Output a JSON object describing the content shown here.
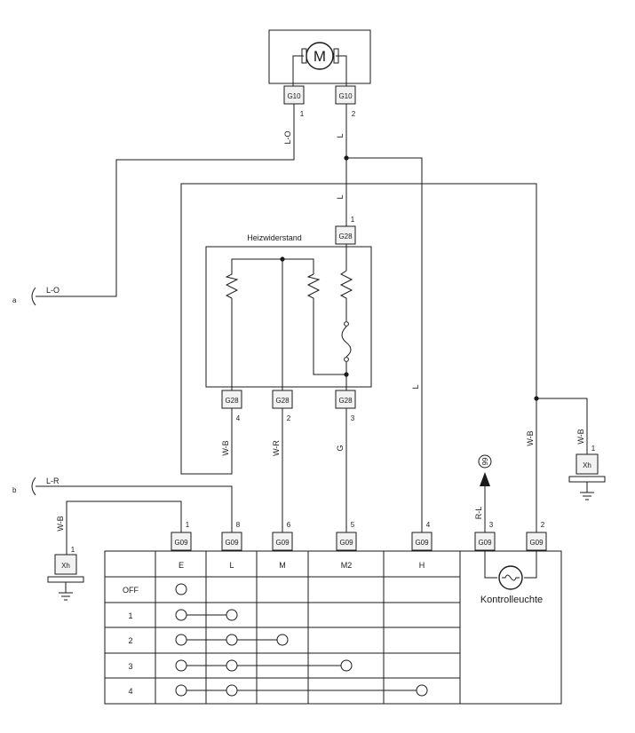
{
  "motor": {
    "symbol": "M"
  },
  "connectors": {
    "motor_left": {
      "name": "G10",
      "pin": "1"
    },
    "motor_right": {
      "name": "G10",
      "pin": "2"
    },
    "resistor_top": {
      "name": "G28",
      "pin": "1"
    },
    "resistor_b1": {
      "name": "G28",
      "pin": "4"
    },
    "resistor_b2": {
      "name": "G28",
      "pin": "2"
    },
    "resistor_b3": {
      "name": "G28",
      "pin": "3"
    },
    "switch": [
      {
        "name": "G09",
        "pin": "1"
      },
      {
        "name": "G09",
        "pin": "8"
      },
      {
        "name": "G09",
        "pin": "6"
      },
      {
        "name": "G09",
        "pin": "5"
      },
      {
        "name": "G09",
        "pin": "4"
      },
      {
        "name": "G09",
        "pin": "3"
      },
      {
        "name": "G09",
        "pin": "2"
      }
    ],
    "ground_left": {
      "name": "Xh",
      "pin": "1"
    },
    "ground_right": {
      "name": "Xh",
      "pin": "1"
    }
  },
  "wires": {
    "lo_motor": "L-O",
    "l_motor": "L",
    "l_res": "L",
    "l_long": "L",
    "wb_res": "W-B",
    "wr_res": "W-R",
    "g_res": "G",
    "wb_switch": "W-B",
    "wb_ground_right": "W-B",
    "wb_ground_left": "W-B",
    "rl": "R-L",
    "lo_a": "L-O",
    "lr_b": "L-R"
  },
  "refs": {
    "a": "a",
    "b": "b",
    "arrow_target": "99"
  },
  "heizwiderstand": "Heizwiderstand",
  "kontrollleuchte": "Kontrolleuchte",
  "switch_table": {
    "columns": [
      "E",
      "L",
      "M",
      "M2",
      "H"
    ],
    "rows": [
      "OFF",
      "1",
      "2",
      "3",
      "4"
    ]
  }
}
